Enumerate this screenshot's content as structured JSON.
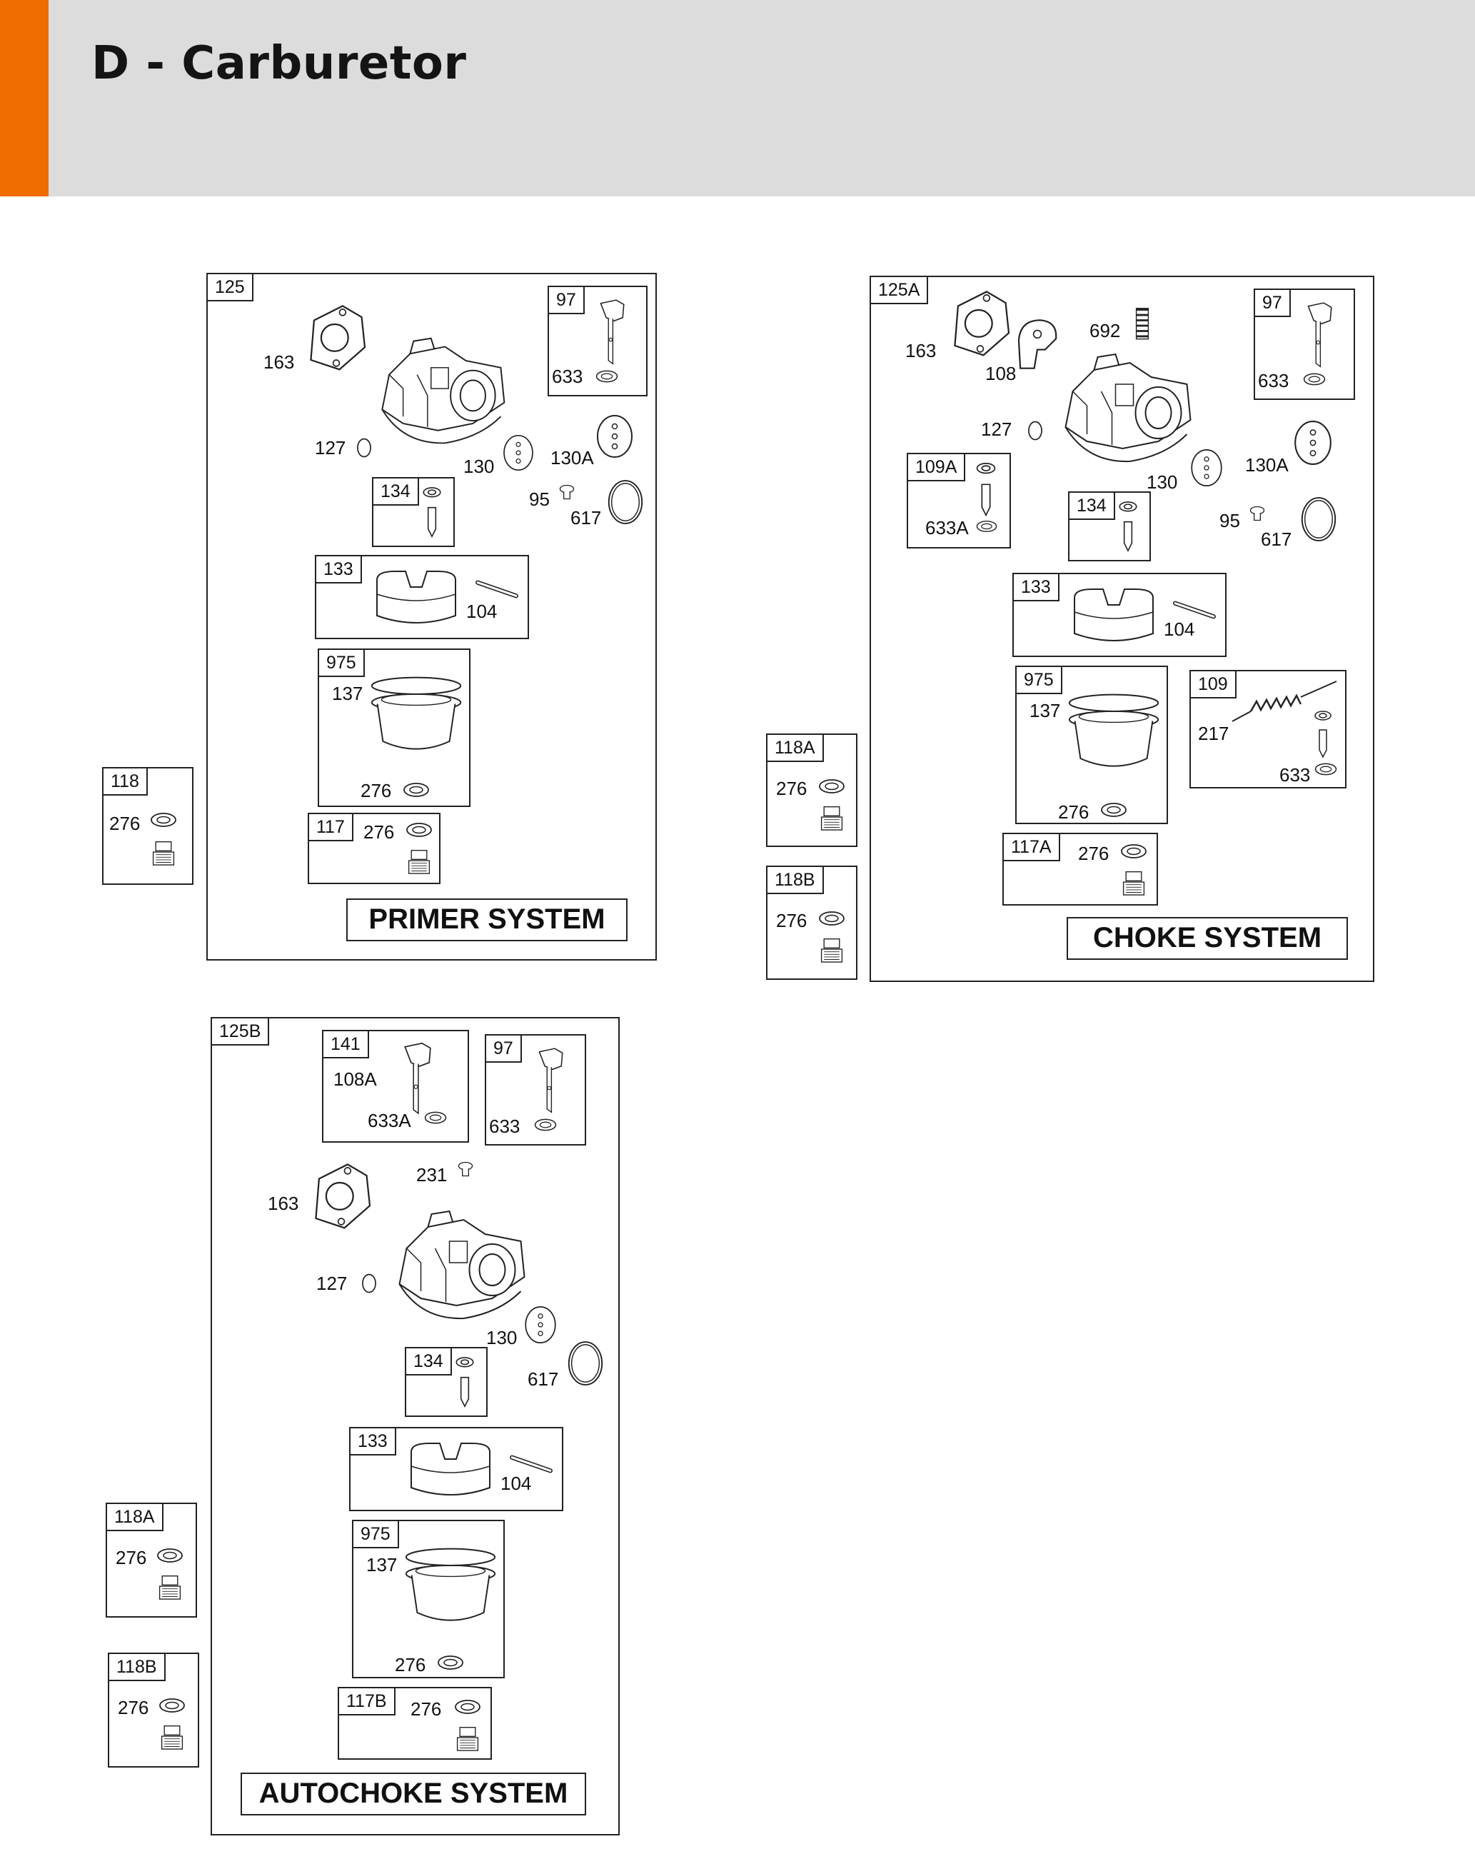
{
  "header": {
    "title": "D - Carburetor",
    "accent_color": "#ef6c00",
    "band_color": "#dcdcdc"
  },
  "primer": {
    "tag": "125",
    "system": "PRIMER SYSTEM",
    "l163": "163",
    "l127": "127",
    "l130": "130",
    "l130a": "130A",
    "l95": "95",
    "l617": "617",
    "l104": "104",
    "l137": "137",
    "sub97": {
      "tag": "97",
      "l633": "633"
    },
    "sub134": {
      "tag": "134"
    },
    "sub133": {
      "tag": "133"
    },
    "sub975": {
      "tag": "975",
      "l276": "276"
    },
    "sub117": {
      "tag": "117",
      "l276": "276"
    },
    "side118": {
      "tag": "118",
      "l276": "276"
    }
  },
  "choke": {
    "tag": "125A",
    "system": "CHOKE SYSTEM",
    "l163": "163",
    "l108": "108",
    "l692": "692",
    "l127": "127",
    "l130": "130",
    "l130a": "130A",
    "l95": "95",
    "l617": "617",
    "l104": "104",
    "l137": "137",
    "l217": "217",
    "l633": "633",
    "sub97": {
      "tag": "97",
      "l633": "633"
    },
    "sub109a": {
      "tag": "109A",
      "l633a": "633A"
    },
    "sub134": {
      "tag": "134"
    },
    "sub133": {
      "tag": "133"
    },
    "sub975": {
      "tag": "975",
      "l276": "276"
    },
    "sub109": {
      "tag": "109"
    },
    "sub117a": {
      "tag": "117A",
      "l276": "276"
    },
    "side118a": {
      "tag": "118A",
      "l276": "276"
    },
    "side118b": {
      "tag": "118B",
      "l276": "276"
    }
  },
  "autochoke": {
    "tag": "125B",
    "system": "AUTOCHOKE SYSTEM",
    "l163": "163",
    "l231": "231",
    "l127": "127",
    "l130": "130",
    "l617": "617",
    "l104": "104",
    "l137": "137",
    "sub141": {
      "tag": "141",
      "l108a": "108A",
      "l633a": "633A"
    },
    "sub97": {
      "tag": "97",
      "l633": "633"
    },
    "sub134": {
      "tag": "134"
    },
    "sub133": {
      "tag": "133"
    },
    "sub975": {
      "tag": "975",
      "l276": "276"
    },
    "sub117b": {
      "tag": "117B",
      "l276": "276"
    },
    "side118a": {
      "tag": "118A",
      "l276": "276"
    },
    "side118b": {
      "tag": "118B",
      "l276": "276"
    }
  },
  "icons": [
    "gasket-icon",
    "carburetor-body-icon",
    "float-bowl-icon",
    "float-icon",
    "needle-valve-icon",
    "washer-icon",
    "nut-icon",
    "spring-icon",
    "throttle-shaft-icon",
    "choke-plate-icon",
    "o-ring-icon"
  ]
}
